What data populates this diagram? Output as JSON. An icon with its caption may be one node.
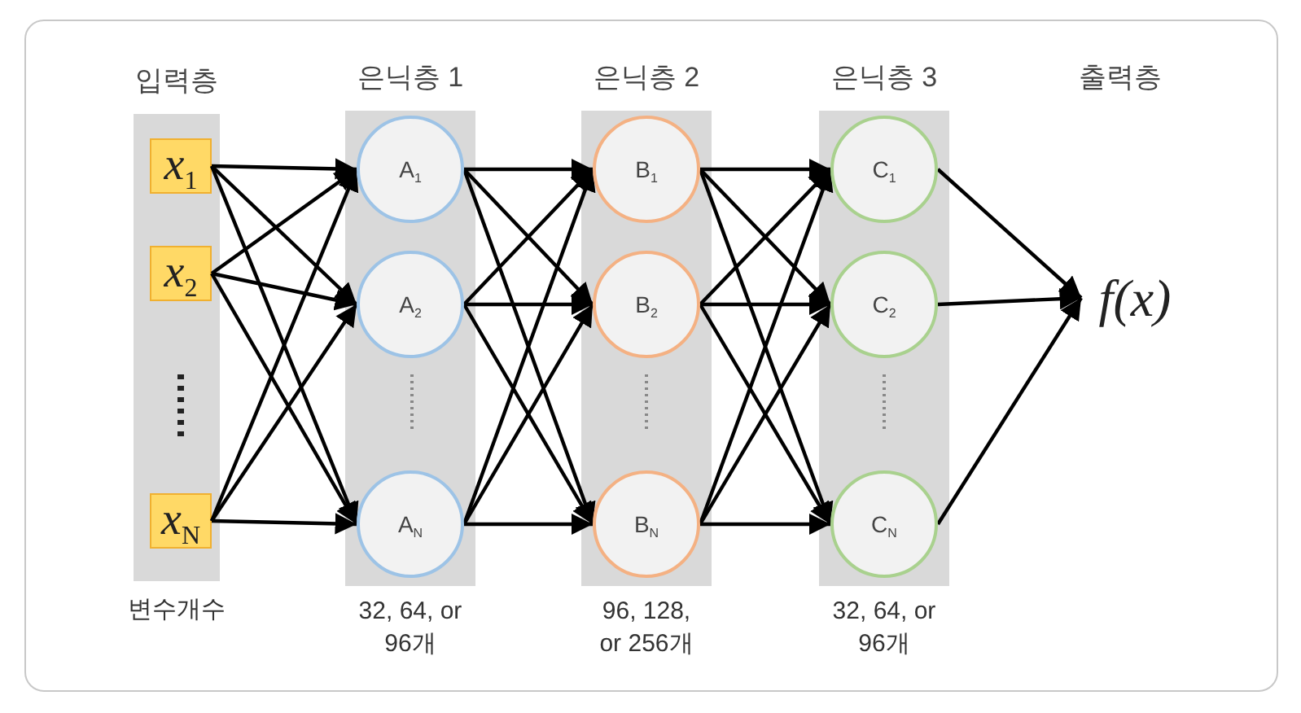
{
  "diagram": {
    "nodes": [
      {
        "text": [
          "입력층"
        ],
        "beside": [
          "변수개수"
        ]
      },
      {
        "text": [
          "x$_{1}$"
        ],
        "in": 0
      },
      {
        "text": [
          "x$_{2}$"
        ],
        "in": 0
      },
      {
        "text": [
          "x$_{N}$"
        ],
        "in": 0
      },
      {
        "text": [
          "은닉층 1"
        ],
        "beside": [
          "32, 64, or 96개"
        ]
      },
      {
        "text": [
          "A$_{1}$"
        ],
        "in": 4
      },
      {
        "text": [
          "A$_{2}$"
        ],
        "in": 4
      },
      {
        "text": [
          "A$_{N}$"
        ],
        "in": 4
      },
      {
        "text": [
          "은닉층 2"
        ],
        "beside": [
          "96, 128, or 256개"
        ]
      },
      {
        "text": [
          "B$_{1}$"
        ],
        "in": 8
      },
      {
        "text": [
          "B$_{2}$"
        ],
        "in": 8
      },
      {
        "text": [
          "B$_{N}$"
        ],
        "in": 8
      },
      {
        "text": [
          "은닉층 3"
        ],
        "beside": [
          "32, 64, or 96개"
        ]
      },
      {
        "text": [
          "C$_{1}$"
        ],
        "in": 12
      },
      {
        "text": [
          "C$_{2}$"
        ],
        "in": 12
      },
      {
        "text": [
          "C$_{N}$"
        ],
        "in": 12
      },
      {
        "text": [
          "f(x)"
        ]
      }
    ],
    "edges": [
      {
        "from": 1,
        "to": 5,
        "arrow": "to"
      },
      {
        "from": 1,
        "to": 6,
        "arrow": "to"
      },
      {
        "from": 1,
        "to": 7,
        "arrow": "to"
      },
      {
        "from": 2,
        "to": 5,
        "arrow": "to"
      },
      {
        "from": 2,
        "to": 6,
        "arrow": "to"
      },
      {
        "from": 2,
        "to": 7,
        "arrow": "to"
      },
      {
        "from": 3,
        "to": 5,
        "arrow": "to"
      },
      {
        "from": 3,
        "to": 6,
        "arrow": "to"
      },
      {
        "from": 3,
        "to": 7,
        "arrow": "to"
      },
      {
        "from": 5,
        "to": 9,
        "arrow": "to"
      },
      {
        "from": 5,
        "to": 10,
        "arrow": "to"
      },
      {
        "from": 5,
        "to": 11,
        "arrow": "to"
      },
      {
        "from": 6,
        "to": 9,
        "arrow": "to"
      },
      {
        "from": 6,
        "to": 10,
        "arrow": "to"
      },
      {
        "from": 6,
        "to": 11,
        "arrow": "to"
      },
      {
        "from": 7,
        "to": 9,
        "arrow": "to"
      },
      {
        "from": 7,
        "to": 10,
        "arrow": "to"
      },
      {
        "from": 7,
        "to": 11,
        "arrow": "to"
      },
      {
        "from": 9,
        "to": 13,
        "arrow": "to"
      },
      {
        "from": 9,
        "to": 14,
        "arrow": "to"
      },
      {
        "from": 9,
        "to": 15,
        "arrow": "to"
      },
      {
        "from": 10,
        "to": 13,
        "arrow": "to"
      },
      {
        "from": 10,
        "to": 14,
        "arrow": "to"
      },
      {
        "from": 10,
        "to": 15,
        "arrow": "to"
      },
      {
        "from": 11,
        "to": 13,
        "arrow": "to"
      },
      {
        "from": 11,
        "to": 14,
        "arrow": "to"
      },
      {
        "from": 11,
        "to": 15,
        "arrow": "to"
      },
      {
        "from": 13,
        "to": 16,
        "arrow": "to"
      },
      {
        "from": 14,
        "to": 16,
        "arrow": "to"
      },
      {
        "from": 15,
        "to": 16,
        "arrow": "to"
      }
    ],
    "labels": [
      "출력층"
    ]
  }
}
